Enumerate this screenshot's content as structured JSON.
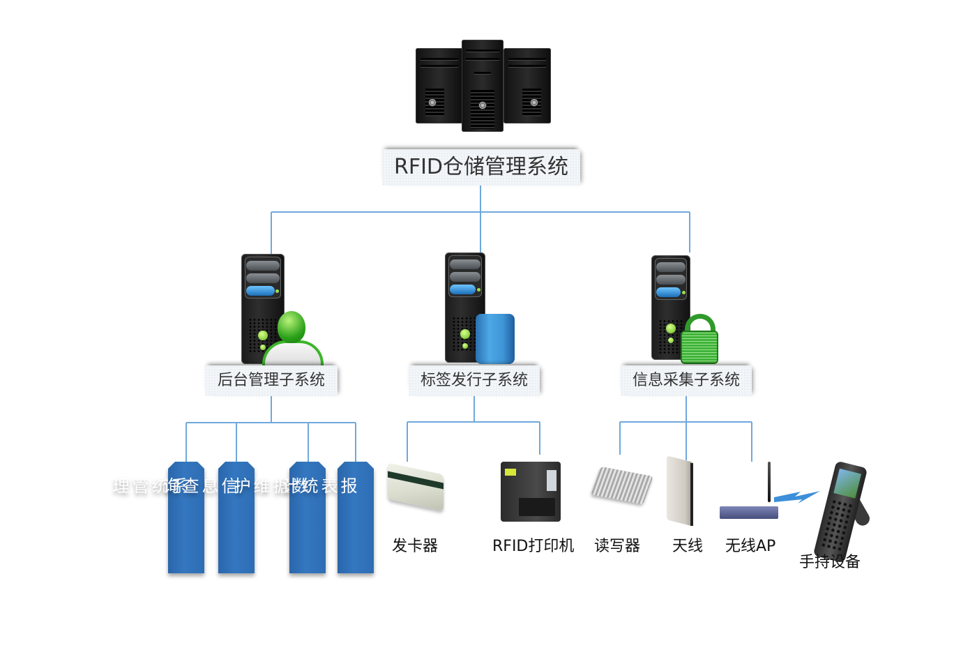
{
  "diagram": {
    "root": {
      "label": "RFID仓储管理系统",
      "icon": "server-cluster-icon"
    },
    "subsystems": [
      {
        "id": "backend",
        "label": "后台管理子系统",
        "icon": "server-with-user-icon",
        "children_type": "modules",
        "children": [
          {
            "label": "系统管理"
          },
          {
            "label": "信息查询"
          },
          {
            "label": "数据维护"
          },
          {
            "label": "报表统计"
          }
        ]
      },
      {
        "id": "tag-issuing",
        "label": "标签发行子系统",
        "icon": "server-with-database-icon",
        "children_type": "devices",
        "children": [
          {
            "label": "发卡器",
            "icon": "card-issuer-icon"
          },
          {
            "label": "RFID打印机",
            "icon": "rfid-printer-icon"
          }
        ]
      },
      {
        "id": "collection",
        "label": "信息采集子系统",
        "icon": "server-with-lock-icon",
        "children_type": "devices",
        "children": [
          {
            "label": "读写器",
            "icon": "rfid-reader-icon"
          },
          {
            "label": "天线",
            "icon": "antenna-icon"
          },
          {
            "label": "无线AP",
            "icon": "wireless-ap-icon"
          }
        ]
      }
    ],
    "wireless_link": {
      "from": "无线AP",
      "to": {
        "label": "手持设备",
        "icon": "handheld-terminal-icon"
      }
    }
  },
  "colors": {
    "connector": "#6fa8dc",
    "module_fill": "#2f6fb6",
    "module_text": "#ffffff",
    "label_text": "#333333",
    "wireless_bolt": "#3d8fd9"
  }
}
